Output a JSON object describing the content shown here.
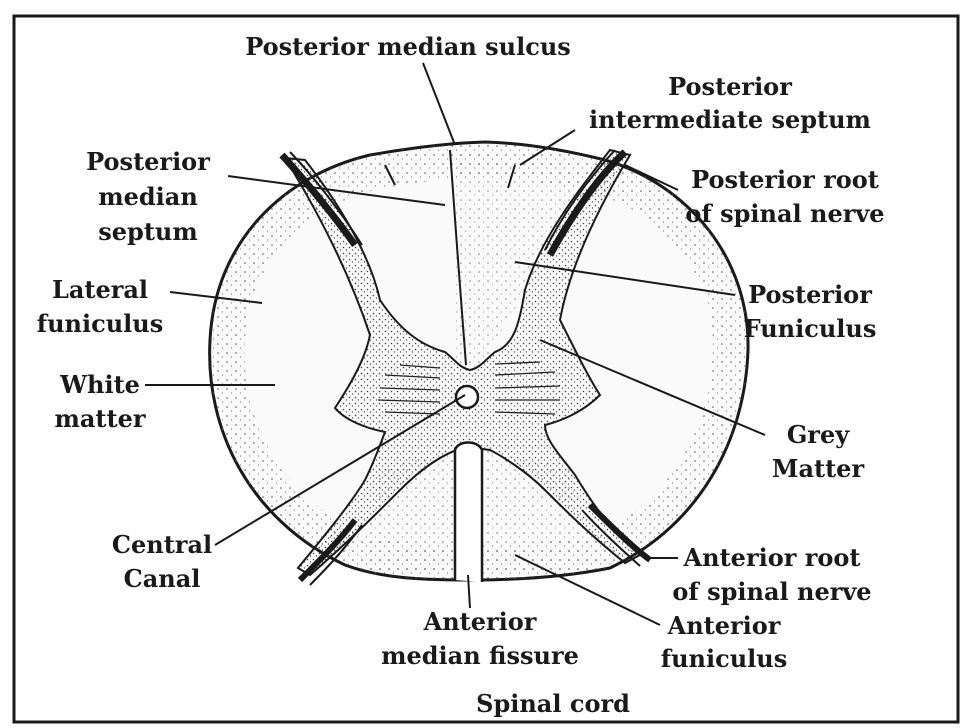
{
  "caption": "Spinal cord",
  "labels": {
    "posterior_median_sulcus": [
      "Posterior median sulcus"
    ],
    "posterior_intermediate_septum": [
      "Posterior",
      "intermediate septum"
    ],
    "posterior_median_septum": [
      "Posterior",
      "median",
      "septum"
    ],
    "posterior_root": [
      "Posterior root",
      "of spinal nerve"
    ],
    "lateral_funiculus": [
      "Lateral",
      "funiculus"
    ],
    "posterior_funiculus": [
      "Posterior",
      "Funiculus"
    ],
    "white_matter": [
      "White",
      "matter"
    ],
    "grey_matter": [
      "Grey",
      "Matter"
    ],
    "central_canal": [
      "Central",
      "Canal"
    ],
    "anterior_root": [
      "Anterior root",
      "of spinal nerve"
    ],
    "anterior_median_fissure": [
      "Anterior",
      "median fissure"
    ],
    "anterior_funiculus": [
      "Anterior",
      "funiculus"
    ]
  },
  "colors": {
    "ink": "#1a1a1a",
    "paper": "#fefefe",
    "stipple": "#555555"
  }
}
